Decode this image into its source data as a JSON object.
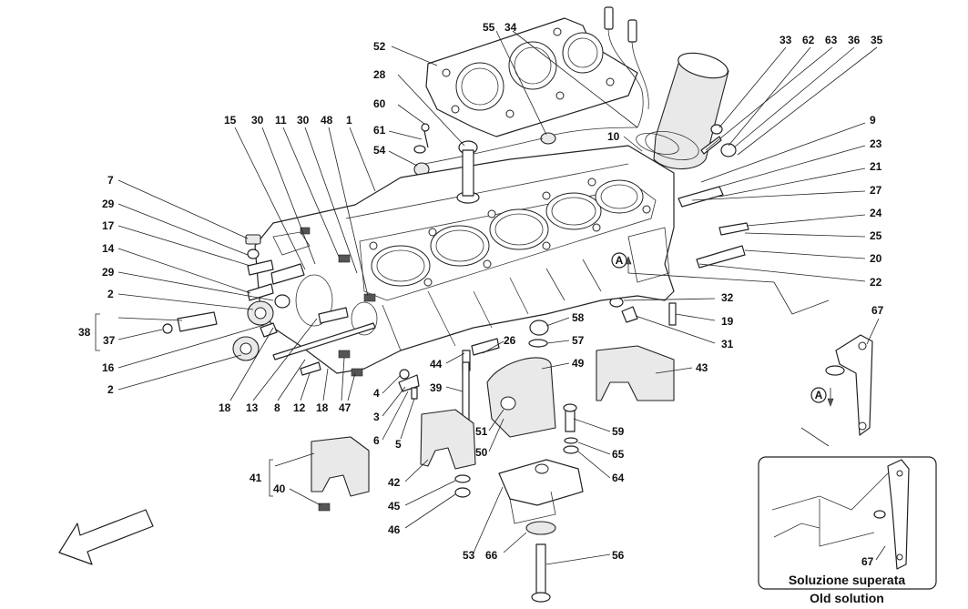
{
  "labels": [
    "52",
    "28",
    "60",
    "61",
    "54",
    "55",
    "34",
    "10",
    "33",
    "62",
    "63",
    "36",
    "35",
    "9",
    "23",
    "21",
    "27",
    "24",
    "25",
    "20",
    "22",
    "32",
    "19",
    "31",
    "15",
    "30",
    "11",
    "30",
    "48",
    "1",
    "7",
    "29",
    "17",
    "14",
    "29",
    "2",
    "38",
    "37",
    "16",
    "2",
    "18",
    "13",
    "8",
    "12",
    "18",
    "47",
    "4",
    "3",
    "6",
    "5",
    "58",
    "57",
    "26",
    "44",
    "39",
    "49",
    "43",
    "51",
    "50",
    "59",
    "65",
    "64",
    "42",
    "45",
    "46",
    "53",
    "66",
    "56",
    "41",
    "40",
    "67",
    "67"
  ],
  "callout_a": [
    "A",
    "A"
  ],
  "inset": {
    "caption_it": "Soluzione superata",
    "caption_en": "Old solution"
  }
}
